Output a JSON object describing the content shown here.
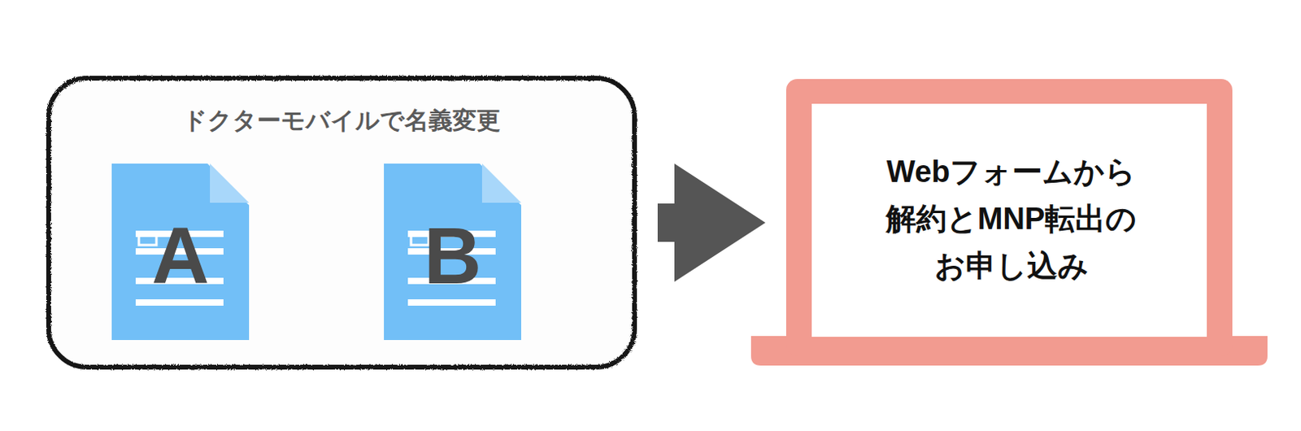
{
  "diagram": {
    "nodes": [
      {
        "text": [
          "ドクターモバイルで名義変更"
        ]
      },
      {
        "text": [
          "A"
        ],
        "in": 0
      },
      {
        "text": [
          "B"
        ],
        "in": 0
      },
      {
        "text": [
          "Webフォームから 解約とMNP転出の お申し込み"
        ]
      }
    ],
    "edges": [
      {
        "from": 1,
        "to": 2,
        "arrow": "to"
      },
      {
        "from": 0,
        "to": 3,
        "arrow": "to"
      }
    ]
  }
}
